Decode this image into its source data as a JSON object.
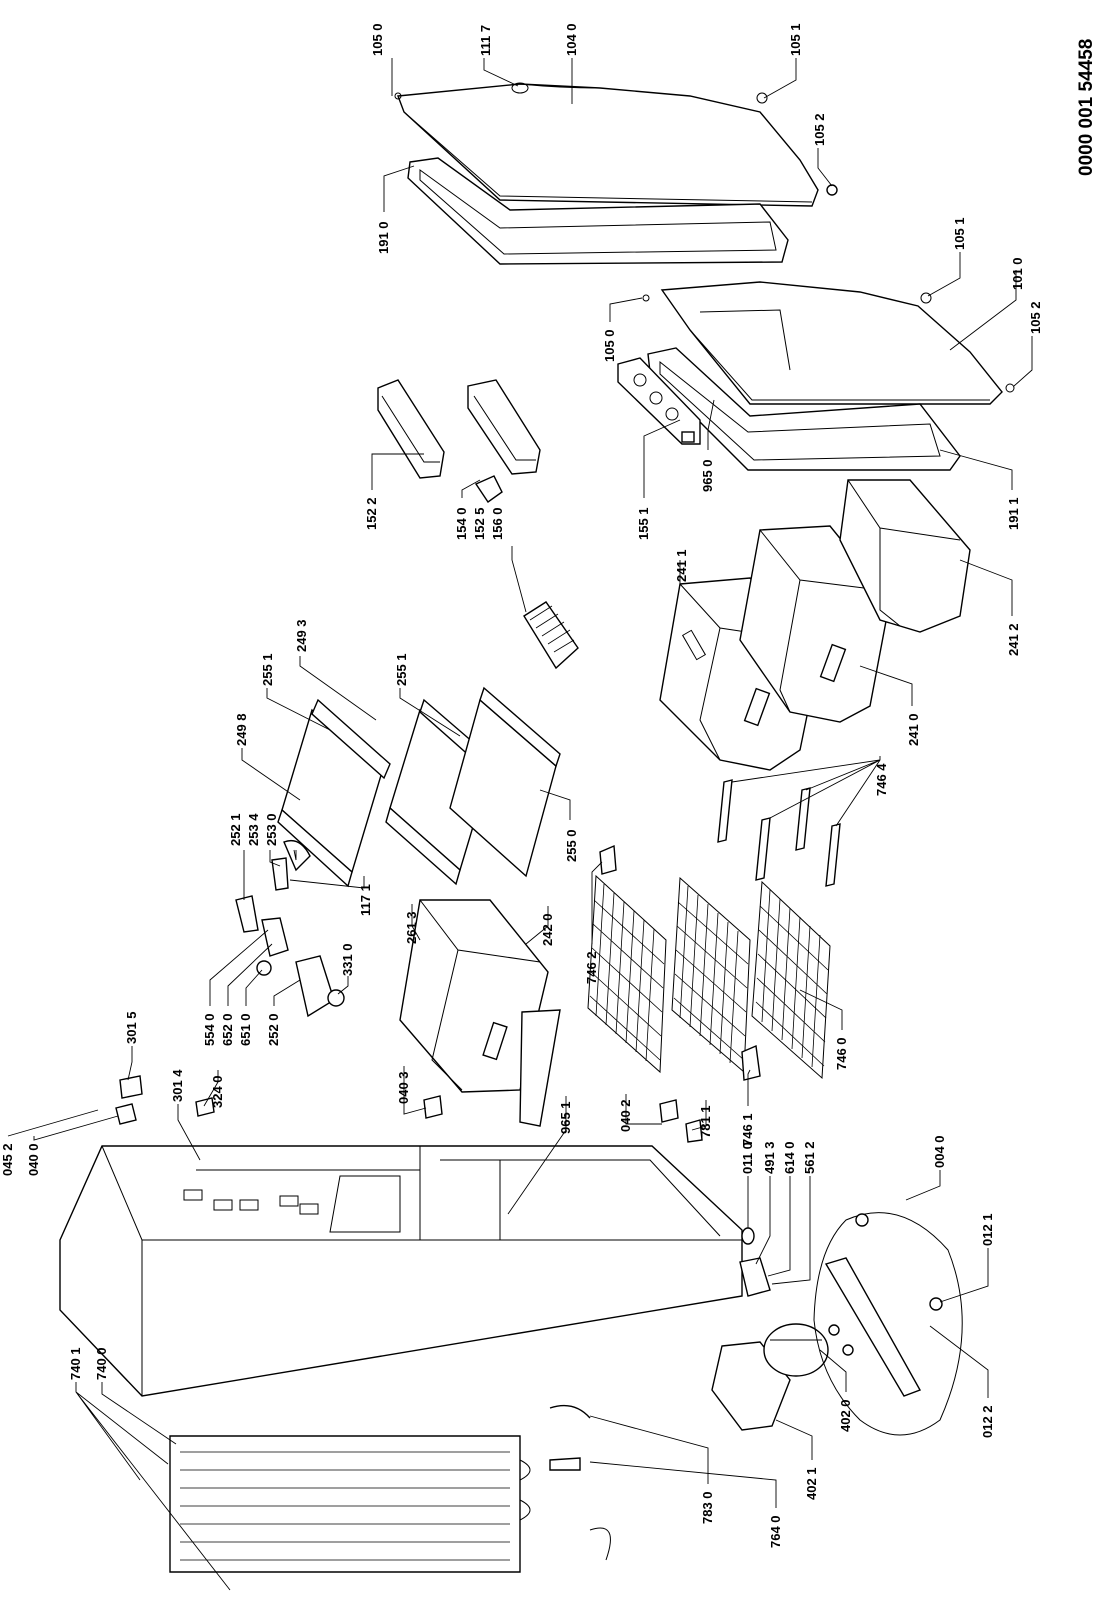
{
  "document_number": "0000 001 54458",
  "labels": [
    "105 0",
    "111 7",
    "104 0",
    "105 1",
    "105 2",
    "191 0",
    "105 1",
    "101 0",
    "105 0",
    "105 2",
    "965 0",
    "191 1",
    "152 2",
    "154 0",
    "152 5",
    "156 0",
    "155 1",
    "255 1",
    "249 3",
    "249 8",
    "255 1",
    "255 0",
    "241 1",
    "241 2",
    "241 0",
    "746 4",
    "252 1",
    "253 4",
    "253 0",
    "117 1",
    "554 0",
    "652 0",
    "651 0",
    "252 0",
    "331 0",
    "261 3",
    "242 0",
    "746 2",
    "324 0",
    "301 5",
    "301 4",
    "040 3",
    "965 1",
    "040 2",
    "781 1",
    "746 1",
    "746 0",
    "045 2",
    "040 0",
    "011 0",
    "491 3",
    "614 0",
    "561 2",
    "004 0",
    "012 1",
    "012 2",
    "402 0",
    "402 1",
    "740 1",
    "740 0",
    "764 0",
    "783 0"
  ]
}
